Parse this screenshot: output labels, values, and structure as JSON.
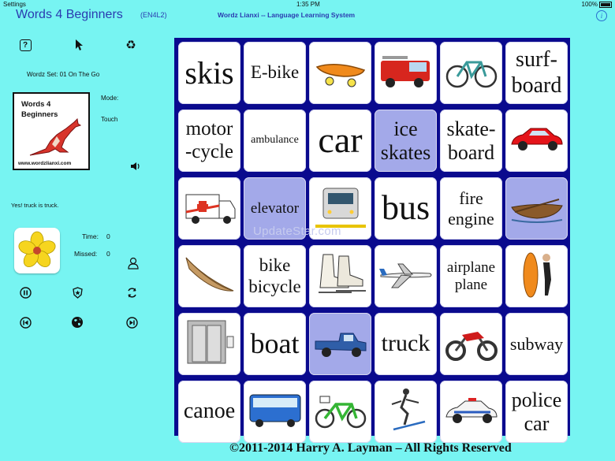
{
  "status": {
    "carrier": "Settings",
    "time": "1:35 PM",
    "battery": "100%"
  },
  "header": {
    "app_title": "Words 4 Beginners",
    "app_code": "(EN4L2)",
    "center_title": "Wordz Lianxi -- Language Learning System"
  },
  "left_panel": {
    "wordset": "Wordz Set: 01 On The Go",
    "logo_title_line1": "Words 4",
    "logo_title_line2": "Beginners",
    "logo_url": "www.wordzlianxi.com",
    "mode_label": "Mode:",
    "mode_value": "Touch",
    "feedback": "Yes! truck is truck.",
    "time_label": "Time:",
    "time_value": "0",
    "missed_label": "Missed:",
    "missed_value": "0"
  },
  "board": {
    "tiles": [
      {
        "type": "text",
        "text": "skis",
        "size": 40,
        "selected": false
      },
      {
        "type": "text",
        "text": "E-bike",
        "size": 23,
        "selected": false
      },
      {
        "type": "image",
        "icon": "skateboard-image",
        "selected": false
      },
      {
        "type": "image",
        "icon": "fire-engine-image",
        "selected": false
      },
      {
        "type": "image",
        "icon": "bicycle-image",
        "selected": false
      },
      {
        "type": "text",
        "text": "surf-\nboard",
        "size": 28,
        "selected": false
      },
      {
        "type": "text",
        "text": "motor\n-cycle",
        "size": 25,
        "selected": false
      },
      {
        "type": "text",
        "text": "ambulance",
        "size": 14,
        "selected": false
      },
      {
        "type": "text",
        "text": "car",
        "size": 46,
        "selected": false
      },
      {
        "type": "text",
        "text": "ice\nskates",
        "size": 26,
        "selected": true
      },
      {
        "type": "text",
        "text": "skate-\nboard",
        "size": 26,
        "selected": false
      },
      {
        "type": "image",
        "icon": "car-image",
        "selected": false
      },
      {
        "type": "image",
        "icon": "ambulance-image",
        "selected": false
      },
      {
        "type": "text",
        "text": "elevator",
        "size": 19,
        "selected": true
      },
      {
        "type": "image",
        "icon": "subway-train-image",
        "selected": false
      },
      {
        "type": "text",
        "text": "bus",
        "size": 44,
        "selected": false
      },
      {
        "type": "text",
        "text": "fire\nengine",
        "size": 22,
        "selected": false
      },
      {
        "type": "image",
        "icon": "rowboat-image",
        "selected": true
      },
      {
        "type": "image",
        "icon": "canoe-image",
        "selected": false
      },
      {
        "type": "text",
        "text": "bike\nbicycle",
        "size": 23,
        "selected": false
      },
      {
        "type": "image",
        "icon": "ice-skates-image",
        "selected": false
      },
      {
        "type": "image",
        "icon": "airplane-image",
        "selected": false
      },
      {
        "type": "text",
        "text": "airplane\nplane",
        "size": 19,
        "selected": false
      },
      {
        "type": "image",
        "icon": "surfer-image",
        "selected": false
      },
      {
        "type": "image",
        "icon": "elevator-image",
        "selected": false
      },
      {
        "type": "text",
        "text": "boat",
        "size": 36,
        "selected": false
      },
      {
        "type": "image",
        "icon": "pickup-truck-image",
        "selected": true
      },
      {
        "type": "text",
        "text": "truck",
        "size": 30,
        "selected": false
      },
      {
        "type": "image",
        "icon": "motorcycle-image",
        "selected": false
      },
      {
        "type": "text",
        "text": "subway",
        "size": 22,
        "selected": false
      },
      {
        "type": "text",
        "text": "canoe",
        "size": 28,
        "selected": false
      },
      {
        "type": "image",
        "icon": "bus-image",
        "selected": false
      },
      {
        "type": "image",
        "icon": "ebike-image",
        "selected": false
      },
      {
        "type": "image",
        "icon": "skier-image",
        "selected": false
      },
      {
        "type": "image",
        "icon": "police-car-image",
        "selected": false
      },
      {
        "type": "text",
        "text": "police\ncar",
        "size": 26,
        "selected": false
      }
    ]
  },
  "watermark": "UpdateStar.com",
  "footer": {
    "copyright": "©2011-2014 Harry A. Layman – All Rights Reserved"
  },
  "colors": {
    "background": "#77f4f2",
    "board": "#0a0a8e",
    "tile": "#ffffff",
    "tile_selected": "#a3a9e9",
    "title_blue": "#2a3bb0"
  }
}
